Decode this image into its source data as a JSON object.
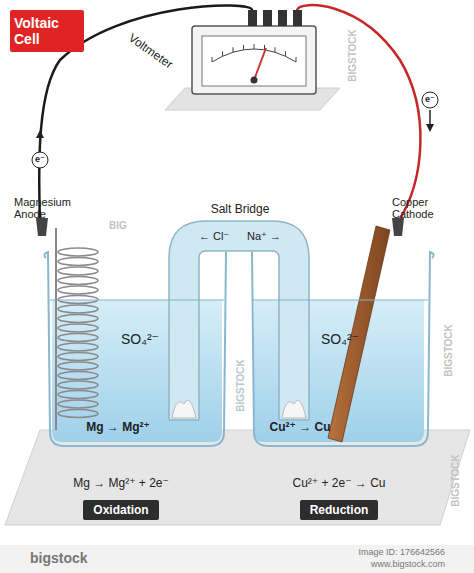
{
  "diagram": {
    "title": "Voltaic Cell",
    "nodes": [
      {
        "text": [
          "Oxidation"
        ]
      },
      {
        "text": [
          "Reduction"
        ]
      }
    ],
    "labels": [
      "Voltmeter",
      "e⁻",
      "e⁻",
      "Magnesium Anode",
      "Salt Bridge",
      "Copper Cathode",
      "← Cl⁻",
      "Na⁺ →",
      "SO₄²⁻",
      "SO₄²⁻",
      "Mg → Mg²⁺",
      "Cu²⁺ → Cu",
      "Mg → Mg²⁺ + 2e⁻",
      "Cu²⁺ + 2e⁻ → Cu",
      "BIGSTOCK",
      "BIG",
      "BIGSTOCK",
      "BIGSTOCK",
      "BIGSTOCK",
      "bigstock",
      "Image ID: 176642566",
      "www.bigstock.com"
    ]
  }
}
